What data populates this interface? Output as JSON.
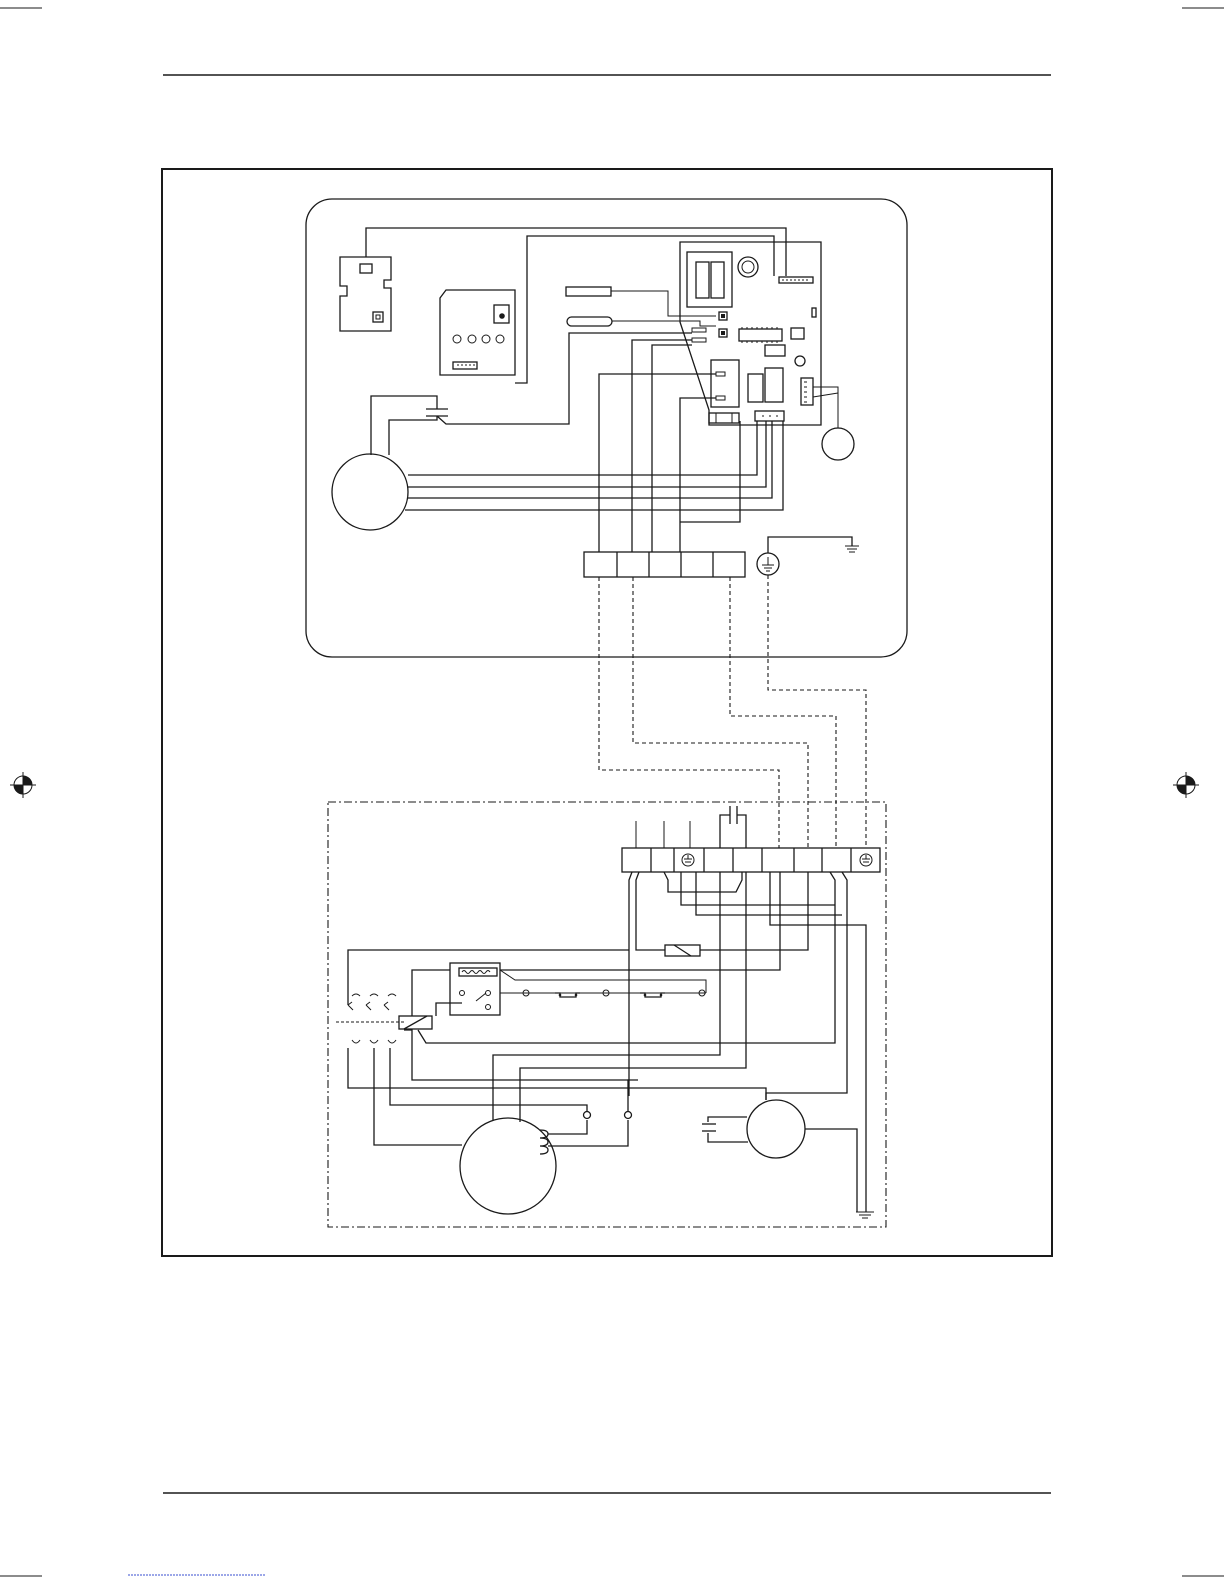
{
  "document": {
    "header_rule": true,
    "footer_rule": true
  },
  "diagram": {
    "indoor_unit": {
      "terminal_block_positions": 5,
      "has_ground_symbol": true
    },
    "outdoor_unit": {
      "terminal_block_positions": 9,
      "ground_terminals": 2
    },
    "colors": {
      "line": "#1a1a1a",
      "background": "#ffffff"
    }
  }
}
